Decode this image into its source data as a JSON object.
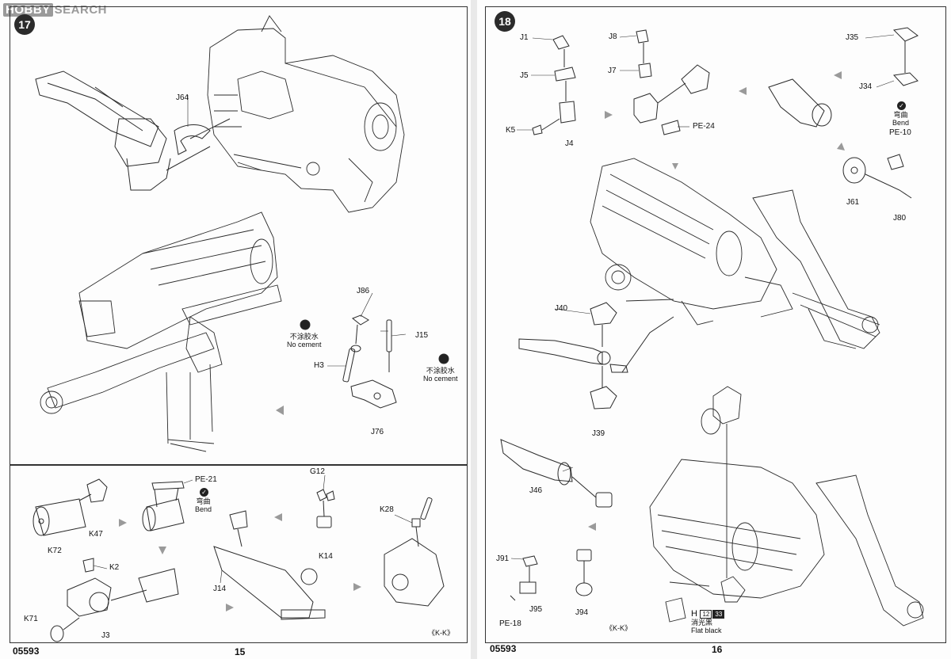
{
  "watermark": {
    "logo": "HOBBY",
    "text": "SEARCH"
  },
  "left_page": {
    "step": "17",
    "code": "05593",
    "page_number": "15",
    "labels": {
      "j64": "J64",
      "j86": "J86",
      "j15": "J15",
      "h3": "H3",
      "j76": "J76",
      "pe21": "PE-21",
      "k47": "K47",
      "k72": "K72",
      "k2": "K2",
      "k71": "K71",
      "j3": "J3",
      "j14": "J14",
      "g12": "G12",
      "k14": "K14",
      "k28": "K28",
      "kk": "《K-K》"
    },
    "notes": {
      "no_cement_cn": "不涂胶水",
      "no_cement_en": "No cement",
      "bend_cn": "弯曲",
      "bend_en": "Bend"
    }
  },
  "right_page": {
    "step": "18",
    "code": "05593",
    "page_number": "16",
    "labels": {
      "j1": "J1",
      "j5": "J5",
      "k5": "K5",
      "j4": "J4",
      "j8": "J8",
      "j7": "J7",
      "pe24": "PE-24",
      "j35": "J35",
      "j34": "J34",
      "pe10": "PE-10",
      "j61": "J61",
      "j80": "J80",
      "j40": "J40",
      "j39": "J39",
      "j46": "J46",
      "j91": "J91",
      "j95": "J95",
      "pe18": "PE-18",
      "j94": "J94",
      "kk": "《K-K》"
    },
    "notes": {
      "bend_cn": "弯曲",
      "bend_en": "Bend"
    },
    "paint": {
      "h": "H",
      "code1": "12",
      "code2": "33",
      "cn": "消光黑",
      "en": "Flat black"
    }
  },
  "colors": {
    "line": "#2a2a2a",
    "arrow": "#9a9a9a",
    "badge": "#2b2b2b"
  }
}
